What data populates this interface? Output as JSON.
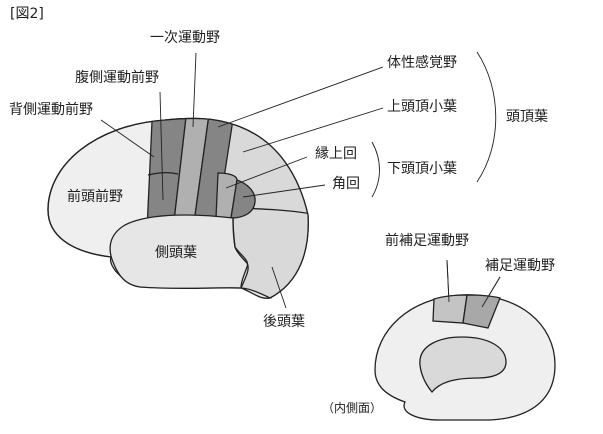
{
  "figure_label": "[図2]",
  "lateral_view": {
    "primary_motor": "一次運動野",
    "ventral_premotor": "腹側運動前野",
    "dorsal_premotor": "背側運動前野",
    "somatosensory": "体性感覚野",
    "superior_parietal": "上頭頂小葉",
    "parietal_lobe": "頭頂葉",
    "supramarginal": "縁上回",
    "inferior_parietal": "下頭頂小葉",
    "angular": "角回",
    "prefrontal": "前頭前野",
    "temporal_lobe": "側頭葉",
    "occipital_lobe": "後頭葉"
  },
  "medial_view": {
    "pre_sma": "前補足運動野",
    "sma": "補足運動野",
    "caption": "（内側面）"
  },
  "colors": {
    "dark": "#858585",
    "mid": "#b0b0b0",
    "light": "#d9d9d9",
    "frontal": "#efefef",
    "temporal": "#e6e6e6"
  }
}
